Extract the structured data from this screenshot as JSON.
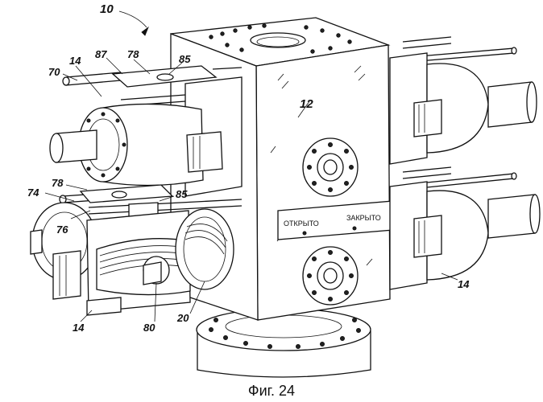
{
  "labels": {
    "assembly": "10",
    "body": "12",
    "actuator_top_left": "14",
    "actuator_bottom_left": "14",
    "actuator_bottom_right": "14",
    "rod": "70",
    "lock_assembly": "74",
    "link": "76",
    "bracket_top": "78",
    "bracket_bottom": "78",
    "piston": "80",
    "pin_top": "85",
    "pin_bottom": "85",
    "plate_top": "87",
    "bore": "20"
  },
  "plate": {
    "open_text": "ОТКРЫТО",
    "closed_text": "ЗАКРЫТО"
  },
  "caption": "Фиг. 24"
}
